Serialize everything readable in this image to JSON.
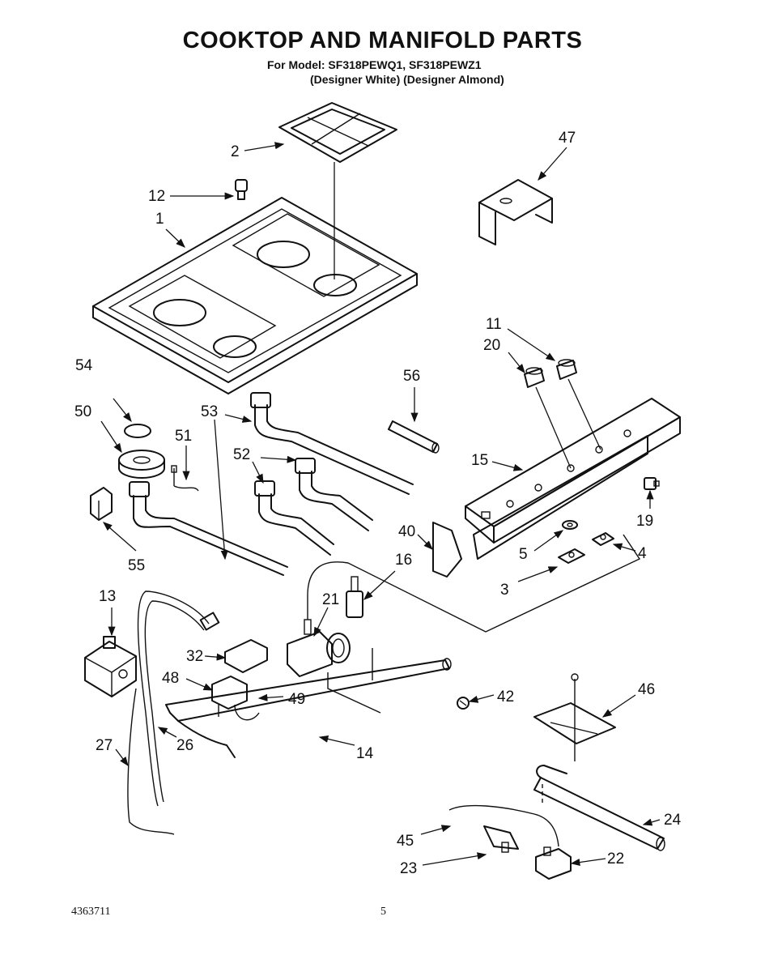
{
  "header": {
    "title": "COOKTOP AND MANIFOLD PARTS",
    "model_line": "For Model: SF318PEWQ1, SF318PEWZ1",
    "color_line": "(Designer White) (Designer Almond)"
  },
  "footer": {
    "doc_number": "4363711",
    "page_number": "5"
  },
  "callouts": [
    "1",
    "2",
    "3",
    "4",
    "5",
    "11",
    "12",
    "13",
    "14",
    "15",
    "16",
    "19",
    "20",
    "21",
    "22",
    "23",
    "24",
    "26",
    "27",
    "32",
    "40",
    "42",
    "45",
    "46",
    "47",
    "48",
    "49",
    "50",
    "51",
    "52",
    "53",
    "54",
    "55",
    "56"
  ]
}
